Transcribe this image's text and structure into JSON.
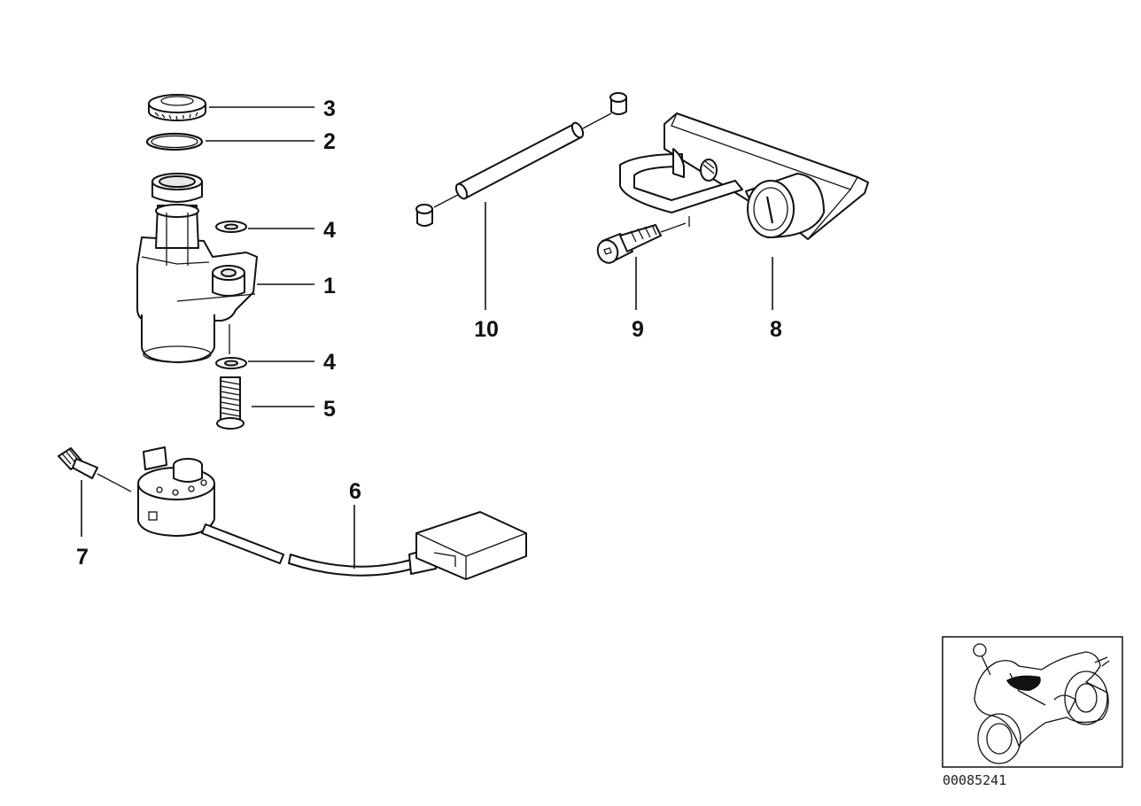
{
  "callouts": {
    "c1": "1",
    "c2": "2",
    "c3": "3",
    "c4a": "4",
    "c4b": "4",
    "c5": "5",
    "c6": "6",
    "c7": "7",
    "c8": "8",
    "c9": "9",
    "c10": "10"
  },
  "document_number": "00085241",
  "thumbnail": {
    "icon": "motorcycle-icon"
  }
}
